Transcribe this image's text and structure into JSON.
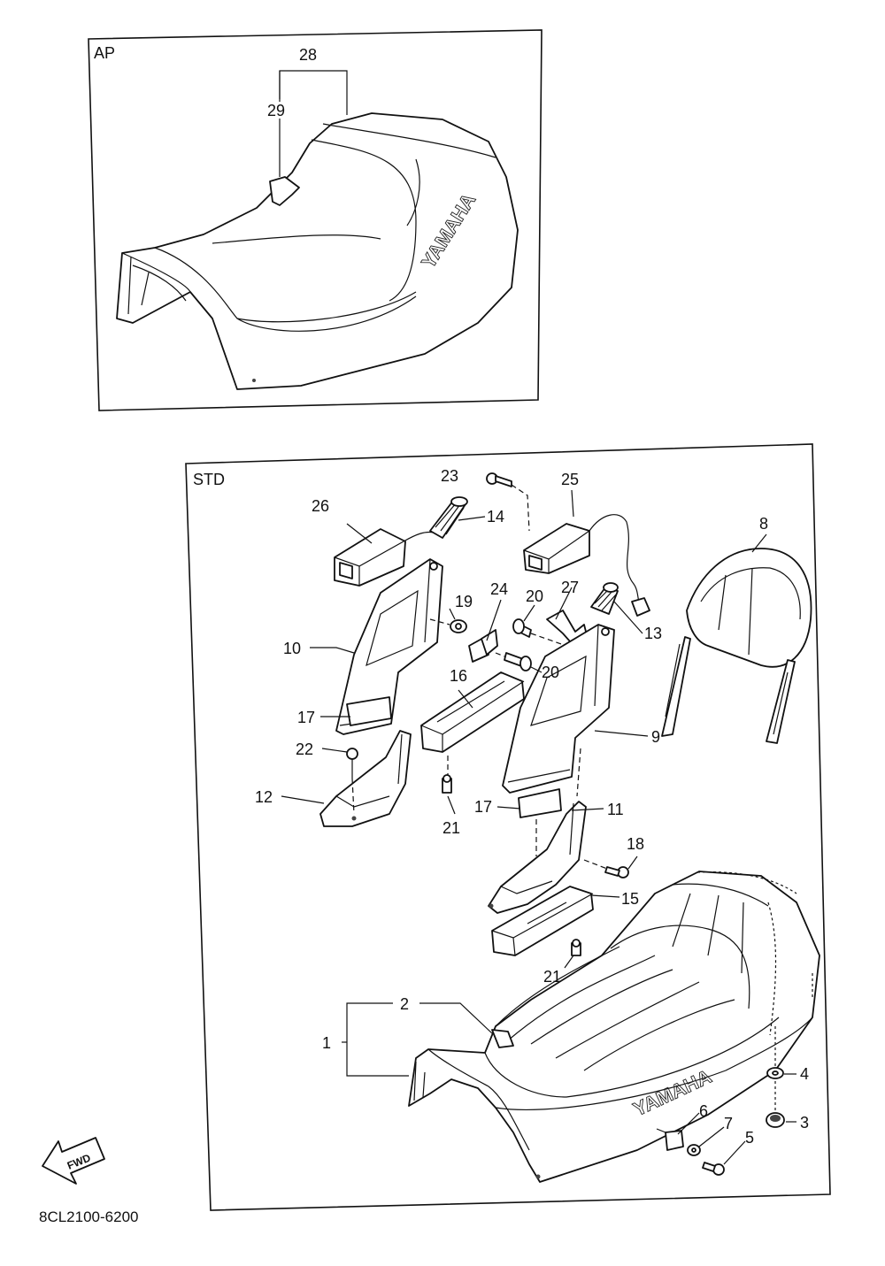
{
  "frames": {
    "ap_label": "AP",
    "std_label": "STD"
  },
  "drawing_code": "8CL2100-6200",
  "seat_brand": "YAMAHA",
  "forward_arrow": "FWD",
  "callouts": {
    "c28": "28",
    "c29": "29",
    "c1": "1",
    "c2": "2",
    "c3": "3",
    "c4": "4",
    "c5": "5",
    "c6": "6",
    "c7": "7",
    "c8": "8",
    "c9": "9",
    "c10": "10",
    "c11": "11",
    "c12": "12",
    "c13": "13",
    "c14": "14",
    "c15": "15",
    "c16": "16",
    "c17a": "17",
    "c17b": "17",
    "c18": "18",
    "c19": "19",
    "c20a": "20",
    "c20b": "20",
    "c21a": "21",
    "c21b": "21",
    "c22": "22",
    "c23": "23",
    "c24": "24",
    "c25": "25",
    "c26": "26",
    "c27": "27"
  }
}
